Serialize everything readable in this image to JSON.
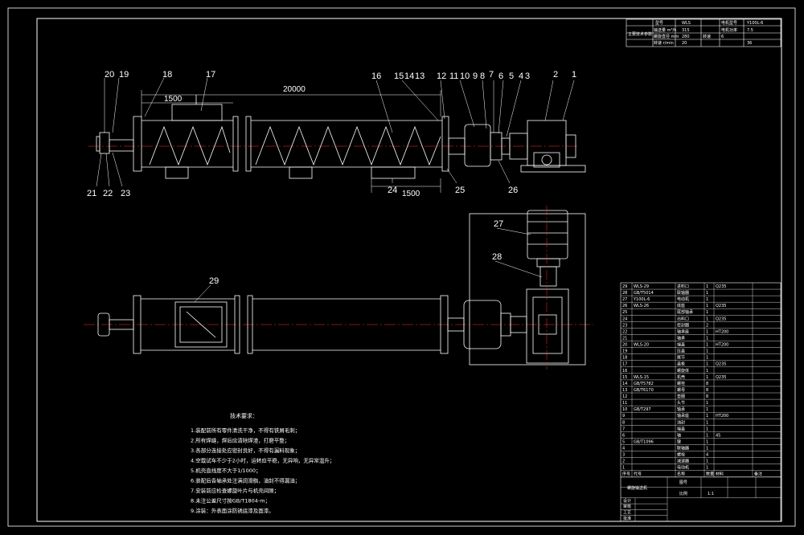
{
  "colors": {
    "background": "#000000",
    "lines": "#ffffff",
    "center_lines": "#ff3333",
    "dims": "#ffffff"
  },
  "title_block": {
    "top": {
      "r1": [
        "型号",
        "WLS",
        "电机型号",
        "Y100L-6"
      ],
      "r2": [
        "输送量 m³/h",
        "315",
        "电机功率",
        "7.5"
      ],
      "r3": [
        "螺旋直径 mm",
        "280",
        "转速",
        "6"
      ],
      "r4": [
        "转速 r/min",
        "20",
        "",
        "36"
      ]
    },
    "side": "主要技术参数"
  },
  "side_labels": {
    "top": [
      "20",
      "19",
      "18",
      "17",
      "16",
      "15",
      "14",
      "13",
      "12",
      "11",
      "10",
      "9",
      "8",
      "7",
      "6",
      "5",
      "4",
      "3",
      "2",
      "1"
    ],
    "bottom": [
      "21",
      "22",
      "23",
      "24",
      "25",
      "26"
    ]
  },
  "plan_labels": [
    "27",
    "28",
    "29"
  ],
  "dimensions": {
    "overall": "20000",
    "inlet": "1500",
    "outlet": "1500"
  },
  "notes": {
    "title": "技术要求：",
    "items": [
      "1.装配前所有零件清洗干净，不得有铁屑毛刺；",
      "2.所有焊缝，焊后应清除焊渣，打磨平整；",
      "3.各部分连接处应密封良好，不得有漏料现象；",
      "4.空载试车不少于2小时，运转应平稳，无异响，无异常温升；",
      "5.机壳直线度不大于1/1000；",
      "6.装配后各轴承处注满润滑脂，油封不得漏油；",
      "7.安装前应检查螺旋叶片与机壳间隙；",
      "8.未注公差尺寸按GB/T1804-m；",
      "9.涂装：外表面涂防锈底漆及面漆。"
    ]
  },
  "bom_rows": [
    {
      "no": "29",
      "name": "进料口",
      "qty": "1",
      "mat": "Q235",
      "code": "WLS-29"
    },
    {
      "no": "28",
      "name": "联轴器",
      "qty": "1",
      "mat": "",
      "code": "GB/T5014"
    },
    {
      "no": "27",
      "name": "电动机",
      "qty": "1",
      "mat": "",
      "code": "Y100L-6"
    },
    {
      "no": "26",
      "name": "底座",
      "qty": "1",
      "mat": "Q235",
      "code": "WLS-26"
    },
    {
      "no": "25",
      "name": "尾部轴承",
      "qty": "1",
      "mat": "",
      "code": ""
    },
    {
      "no": "24",
      "name": "出料口",
      "qty": "1",
      "mat": "Q235",
      "code": ""
    },
    {
      "no": "23",
      "name": "密封圈",
      "qty": "2",
      "mat": "",
      "code": ""
    },
    {
      "no": "22",
      "name": "轴承座",
      "qty": "1",
      "mat": "HT200",
      "code": ""
    },
    {
      "no": "21",
      "name": "轴承",
      "qty": "1",
      "mat": "",
      "code": ""
    },
    {
      "no": "20",
      "name": "端盖",
      "qty": "1",
      "mat": "HT200",
      "code": "WLS-20"
    },
    {
      "no": "19",
      "name": "压盖",
      "qty": "1",
      "mat": "",
      "code": ""
    },
    {
      "no": "18",
      "name": "尾节",
      "qty": "1",
      "mat": "",
      "code": ""
    },
    {
      "no": "17",
      "name": "盖板",
      "qty": "1",
      "mat": "Q235",
      "code": ""
    },
    {
      "no": "16",
      "name": "螺旋体",
      "qty": "1",
      "mat": "",
      "code": ""
    },
    {
      "no": "15",
      "name": "机壳",
      "qty": "1",
      "mat": "Q235",
      "code": "WLS-15"
    },
    {
      "no": "14",
      "name": "螺栓",
      "qty": "8",
      "mat": "",
      "code": "GB/T5782"
    },
    {
      "no": "13",
      "name": "螺母",
      "qty": "8",
      "mat": "",
      "code": "GB/T6170"
    },
    {
      "no": "12",
      "name": "垫圈",
      "qty": "8",
      "mat": "",
      "code": ""
    },
    {
      "no": "11",
      "name": "头节",
      "qty": "1",
      "mat": "",
      "code": ""
    },
    {
      "no": "10",
      "name": "轴承",
      "qty": "1",
      "mat": "",
      "code": "GB/T297"
    },
    {
      "no": "9",
      "name": "轴承座",
      "qty": "1",
      "mat": "HT200",
      "code": ""
    },
    {
      "no": "8",
      "name": "油封",
      "qty": "1",
      "mat": "",
      "code": ""
    },
    {
      "no": "7",
      "name": "端盖",
      "qty": "1",
      "mat": "",
      "code": ""
    },
    {
      "no": "6",
      "name": "轴",
      "qty": "1",
      "mat": "45",
      "code": ""
    },
    {
      "no": "5",
      "name": "键",
      "qty": "1",
      "mat": "",
      "code": "GB/T1096"
    },
    {
      "no": "4",
      "name": "联轴器",
      "qty": "1",
      "mat": "",
      "code": ""
    },
    {
      "no": "3",
      "name": "螺栓",
      "qty": "4",
      "mat": "",
      "code": ""
    },
    {
      "no": "2",
      "name": "减速器",
      "qty": "1",
      "mat": "",
      "code": ""
    },
    {
      "no": "1",
      "name": "电动机",
      "qty": "1",
      "mat": "",
      "code": ""
    }
  ],
  "bom_header": [
    "序号",
    "代号",
    "名称",
    "数量",
    "材料",
    "备注"
  ],
  "bottom_block": {
    "title": "螺旋输送机",
    "scale_label": "比例",
    "scale": "1:1",
    "sheet_label": "图号",
    "rows": [
      "设计",
      "审核",
      "工艺",
      "批准"
    ]
  }
}
